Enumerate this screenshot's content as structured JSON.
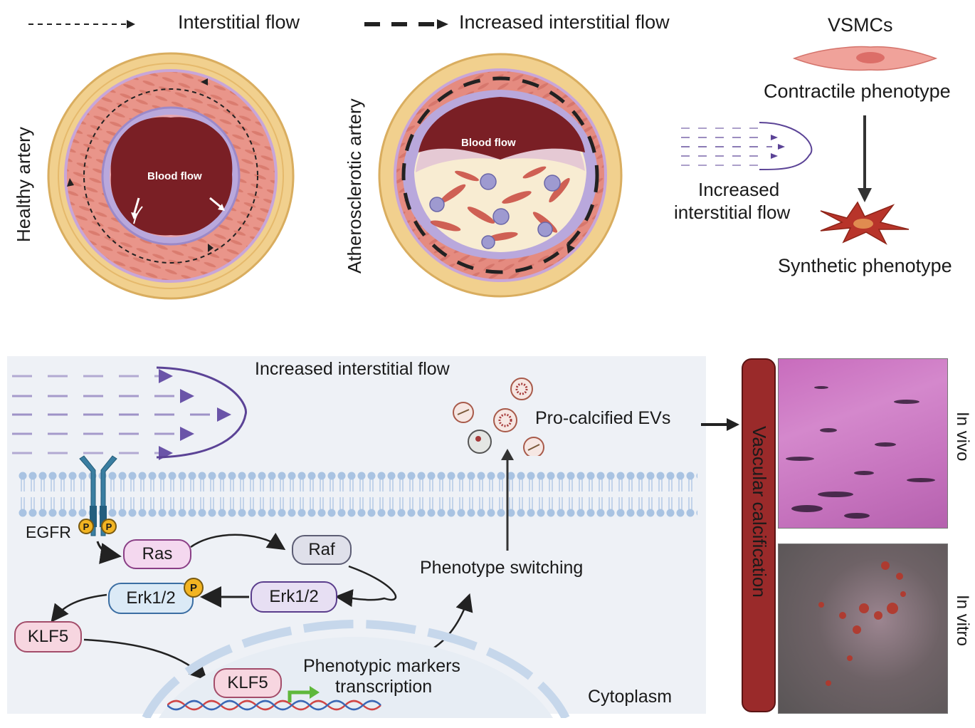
{
  "top": {
    "legend_interstitial": "Interstitial flow",
    "legend_increased": "Increased interstitial flow",
    "healthy_label": "Healthy artery",
    "athero_label": "Atherosclerotic artery",
    "blood_flow_1": "Blood flow",
    "blood_flow_2": "Blood flow",
    "vsmcs_title": "VSMCs",
    "contractile": "Contractile phenotype",
    "increased_flow_line1": "Increased",
    "increased_flow_line2": "interstitial flow",
    "synthetic": "Synthetic phenotype"
  },
  "bottom": {
    "increased_flow": "Increased interstitial flow",
    "egfr": "EGFR",
    "p": "P",
    "ras": "Ras",
    "raf": "Raf",
    "erk_p": "Erk1/2",
    "erk": "Erk1/2",
    "klf5_cyto": "KLF5",
    "klf5_nuc": "KLF5",
    "markers_line1": "Phenotypic markers",
    "markers_line2": "transcription",
    "phenotype_switching": "Phenotype switching",
    "pro_calcified": "Pro-calcified EVs",
    "cytoplasm": "Cytoplasm"
  },
  "right": {
    "vascular_calcification": "Vascular calcification",
    "in_vivo": "In vivo",
    "in_vitro": "In vitro"
  },
  "colors": {
    "media": "#e58b80",
    "adventitia": "#f1d08e",
    "lumen": "#7a1f25",
    "elastic": "#b7a6d6",
    "panel_bg": "#eef1f6",
    "calc_bar": "#9a2a2a",
    "purple_flow": "#5b4396"
  }
}
